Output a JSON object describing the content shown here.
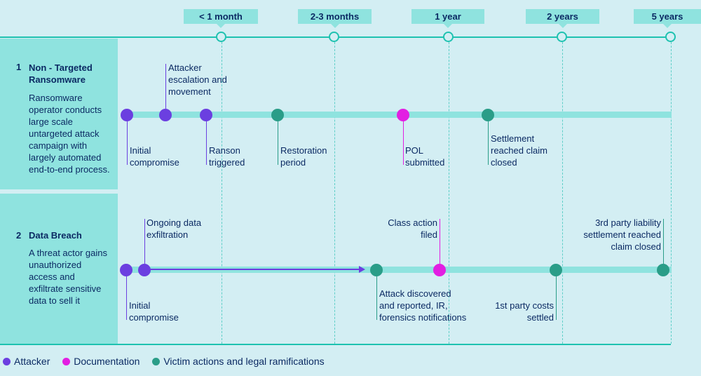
{
  "timeline": {
    "markers": [
      "< 1 month",
      "2-3 months",
      "1 year",
      "2 years",
      "5 years"
    ]
  },
  "scenarios": [
    {
      "number": "1",
      "title": "Non - Targeted Ransomware",
      "description": "Ransomware operator conducts large scale untargeted attack campaign with largely automated end-to-end process.",
      "events": [
        "Initial compromise",
        "Attacker escalation and movement",
        "Ranson triggered",
        "Restoration period",
        "POL submitted",
        "Settlement reached claim closed"
      ]
    },
    {
      "number": "2",
      "title": "Data Breach",
      "description": "A threat actor gains unauthorized access and exfiltrate sensitive data to sell it",
      "events": [
        "Initial compromise",
        "Ongoing data exfiltration",
        "Attack discovered and reported, IR, forensics notifications",
        "Class action filed",
        "1st party costs settled",
        "3rd party liability settlement reached claim closed"
      ]
    }
  ],
  "legend": {
    "attacker": "Attacker",
    "documentation": "Documentation",
    "victim": "Victim actions and legal ramifications"
  },
  "colors": {
    "attacker": "#6b3fe0",
    "documentation": "#e21fe2",
    "victim": "#2a9d88",
    "track": "#8fe3df",
    "panel": "#8fe3df"
  }
}
